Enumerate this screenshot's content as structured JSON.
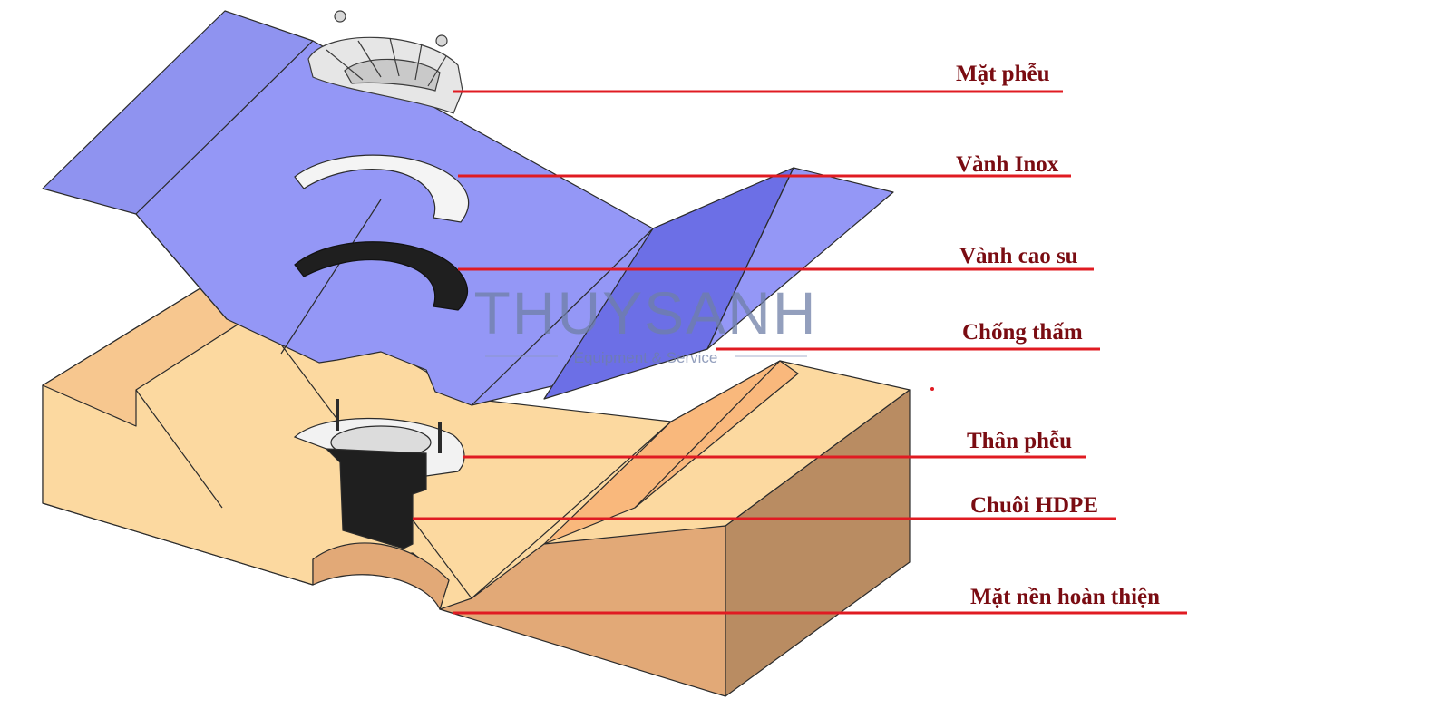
{
  "labels": [
    {
      "id": "mat-pheu",
      "text": "Mặt phễu"
    },
    {
      "id": "vanh-inox",
      "text": "Vành Inox"
    },
    {
      "id": "vanh-cao-su",
      "text": "Vành cao su"
    },
    {
      "id": "chong-tham",
      "text": "Chống thấm"
    },
    {
      "id": "than-pheu",
      "text": "Thân phễu"
    },
    {
      "id": "chuoi-hdpe",
      "text": "Chuôi HDPE"
    },
    {
      "id": "mat-nen",
      "text": "Mặt nền hoàn thiện"
    }
  ],
  "watermark": {
    "brand": "THUYSANH",
    "tagline": "Equipment & Service"
  },
  "colors": {
    "label": "#7a0c12",
    "leader": "#e01b22",
    "membrane": "#8f93f0",
    "floor_top": "#fcd9a0",
    "floor_side": "#e2a977",
    "floor_side_dark": "#b98c62"
  }
}
